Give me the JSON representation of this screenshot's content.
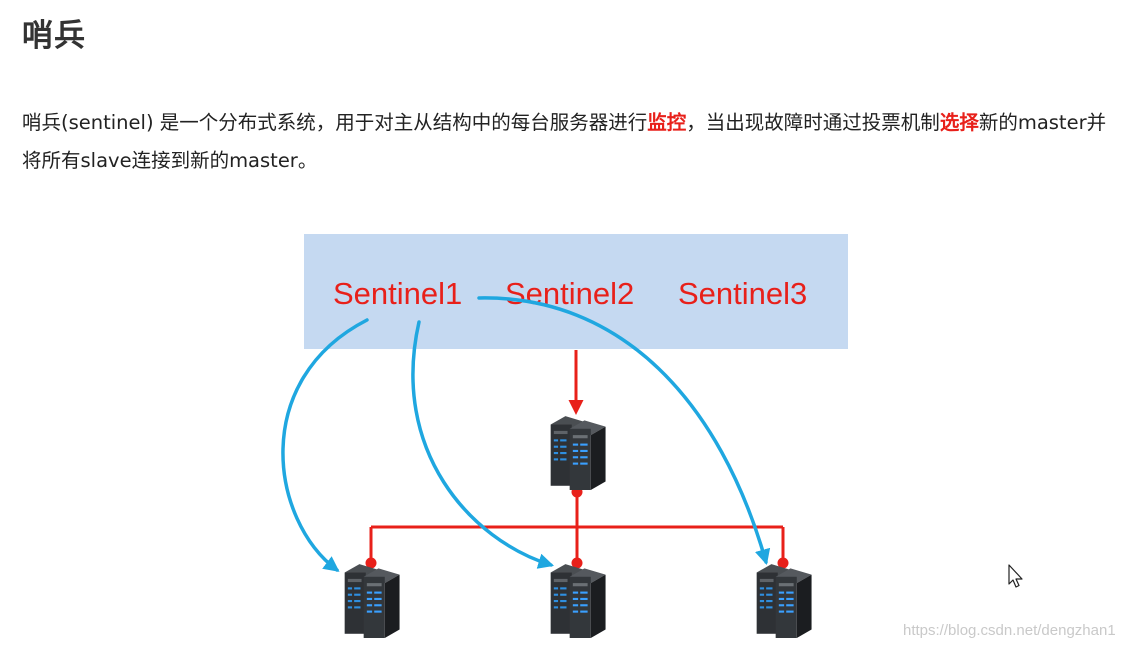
{
  "heading": "哨兵",
  "description": {
    "part1": "哨兵(sentinel) 是一个分布式系统，用于对主从结构中的每台服务器进行",
    "highlight1": "监控",
    "part2": "，当出现故障时通过投票机制",
    "highlight2": "选择",
    "part3": "新的master并将所有slave连接到新的master。"
  },
  "diagram": {
    "sentinels": [
      "Sentinel1",
      "Sentinel2",
      "Sentinel3"
    ],
    "servers": [
      "master",
      "slave",
      "slave",
      "slave"
    ],
    "colors": {
      "sentinel_box": "#c5d9f1",
      "sentinel_text": "#e8201a",
      "monitor_arrow": "#1fa7e0",
      "link_line": "#e8201a",
      "server_body": "#2d3033"
    }
  },
  "watermark": "https://blog.csdn.net/dengzhan1"
}
